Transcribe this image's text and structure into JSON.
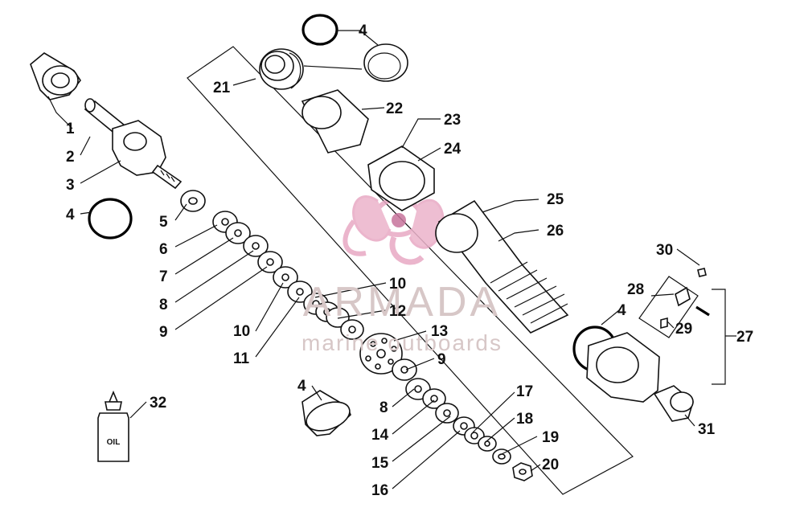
{
  "watermark": {
    "brand": "ARMADA",
    "tagline": "marine outboards",
    "colors": {
      "logo": "#e8a9c4",
      "logo_dark": "#c7749c",
      "text": "#cbbcbc"
    }
  },
  "bottle_label": "OIL",
  "callouts": {
    "c1": "1",
    "c2": "2",
    "c3": "3",
    "c4a": "4",
    "c4b": "4",
    "c4c": "4",
    "c4d": "4",
    "c5": "5",
    "c6": "6",
    "c7": "7",
    "c8a": "8",
    "c8b": "8",
    "c9a": "9",
    "c9b": "9",
    "c10a": "10",
    "c10b": "10",
    "c11": "11",
    "c12": "12",
    "c13": "13",
    "c14": "14",
    "c15": "15",
    "c16": "16",
    "c17": "17",
    "c18": "18",
    "c19": "19",
    "c20": "20",
    "c21": "21",
    "c22": "22",
    "c23": "23",
    "c24": "24",
    "c25": "25",
    "c26": "26",
    "c27": "27",
    "c28": "28",
    "c29": "29",
    "c30": "30",
    "c31": "31",
    "c32": "32"
  }
}
